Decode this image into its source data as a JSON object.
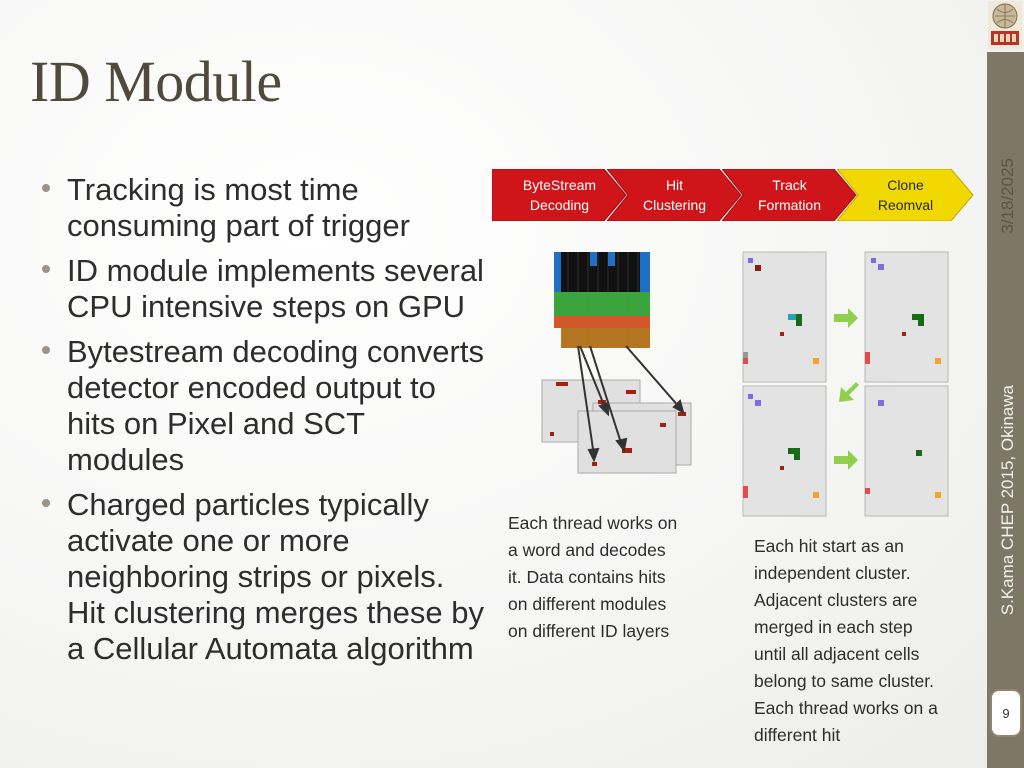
{
  "slide": {
    "title": "ID Module",
    "bullets": [
      "Tracking is most time consuming part of trigger",
      "ID module implements several CPU intensive steps on GPU",
      "Bytestream decoding converts detector encoded output to hits on Pixel and SCT modules",
      "Charged particles typically activate one or more neighboring strips or pixels. Hit clustering merges these by a Cellular Automata algorithm"
    ],
    "date": "3/18/2025",
    "footer": "S.Kama CHEP 2015, Okinawa",
    "page_number": "9",
    "logo_icon": "atlas-logo-icon"
  },
  "pipeline": {
    "steps": [
      {
        "line1": "ByteStream",
        "line2": "Decoding",
        "color": "#d0151a",
        "text_color": "#ffffff"
      },
      {
        "line1": "Hit",
        "line2": "Clustering",
        "color": "#d0151a",
        "text_color": "#ffffff"
      },
      {
        "line1": "Track",
        "line2": "Formation",
        "color": "#d0151a",
        "text_color": "#ffffff"
      },
      {
        "line1": "Clone",
        "line2": "Reomval",
        "color": "#f0d800",
        "text_color": "#2b2b2b"
      }
    ]
  },
  "captions": {
    "decoding": [
      "Each thread works on",
      "a word and decodes",
      "it. Data contains  hits",
      "on different modules",
      "on different ID layers"
    ],
    "clustering": [
      "Each hit start as an",
      "independent cluster.",
      "Adjacent clusters are",
      "merged in each step",
      "until all adjacent cells",
      "belong to same cluster.",
      "Each thread works on a",
      "different hit"
    ]
  },
  "colors": {
    "accent_band": "#7f7766",
    "arrow_green": "#8fd14f",
    "hit_red": "#a61f14",
    "cluster_green": "#1a6a1a"
  }
}
